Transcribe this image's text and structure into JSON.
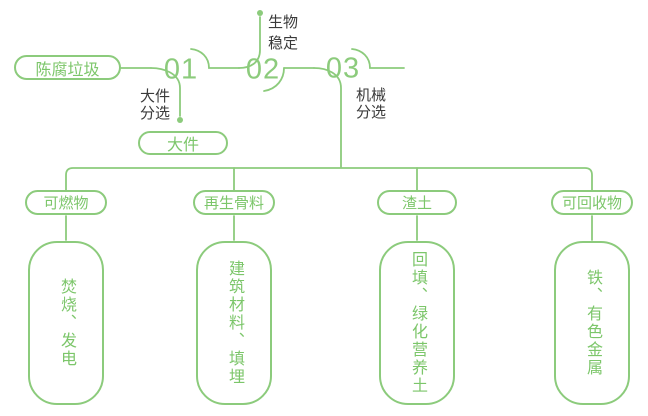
{
  "colors": {
    "line": "#8CCB7C",
    "green_text": "#7CC66A",
    "dark_text": "#3A3A3A"
  },
  "flow": {
    "source": "陈腐垃圾",
    "steps": [
      {
        "num": "01",
        "caption_line1": "大件",
        "caption_line2": "分选"
      },
      {
        "num": "02",
        "caption_line1": "生物",
        "caption_line2": "稳定"
      },
      {
        "num": "03",
        "caption_line1": "机械",
        "caption_line2": "分选"
      }
    ],
    "bulky_output": "大件"
  },
  "branches": [
    {
      "category": "可燃物",
      "detail": "焚烧、发电"
    },
    {
      "category": "再生骨料",
      "detail": "建筑材料、填埋"
    },
    {
      "category": "渣土",
      "detail": "回填、绿化营养土"
    },
    {
      "category": "可回收物",
      "detail": "铁、有色金属"
    }
  ]
}
